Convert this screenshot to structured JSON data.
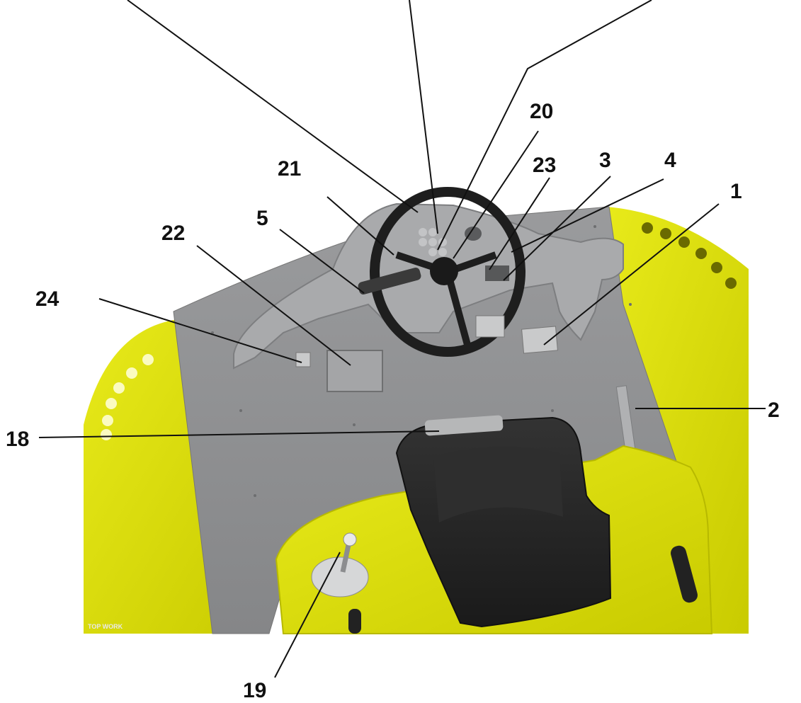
{
  "diagram": {
    "callouts": [
      {
        "id": "c21",
        "label": "21"
      },
      {
        "id": "c20",
        "label": "20"
      },
      {
        "id": "c23",
        "label": "23"
      },
      {
        "id": "c3",
        "label": "3"
      },
      {
        "id": "c4",
        "label": "4"
      },
      {
        "id": "c1",
        "label": "1"
      },
      {
        "id": "c5",
        "label": "5"
      },
      {
        "id": "c22",
        "label": "22"
      },
      {
        "id": "c24",
        "label": "24"
      },
      {
        "id": "c2",
        "label": "2"
      },
      {
        "id": "c18",
        "label": "18"
      },
      {
        "id": "c19",
        "label": "19"
      }
    ],
    "corner_mark": "TOP WORK",
    "colors": {
      "machine_yellow": "#dfe100",
      "deck_gray": "#8f9092",
      "seat_black": "#262626",
      "wheel_black": "#1e1e1e"
    }
  }
}
